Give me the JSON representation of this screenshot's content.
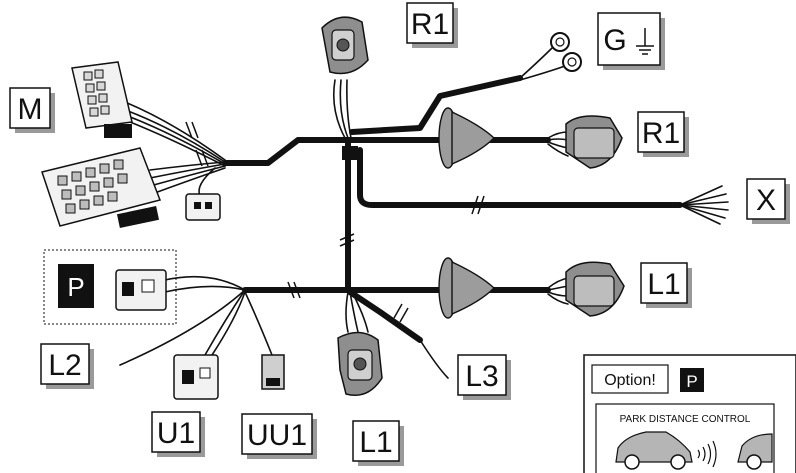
{
  "labels": {
    "m": "M",
    "r1_top": "R1",
    "g": "G",
    "r1_right": "R1",
    "x": "X",
    "l1_right": "L1",
    "p": "P",
    "l2": "L2",
    "u1": "U1",
    "uu1": "UU1",
    "l1_bottom": "L1",
    "l3": "L3"
  },
  "option_panel": {
    "option_label": "Option!",
    "p_badge": "P",
    "title": "PARK DISTANCE CONTROL"
  },
  "icons": {
    "ground": "ground-symbol-icon",
    "car": "car-icon",
    "sensor_waves": "sensor-waves-icon"
  }
}
